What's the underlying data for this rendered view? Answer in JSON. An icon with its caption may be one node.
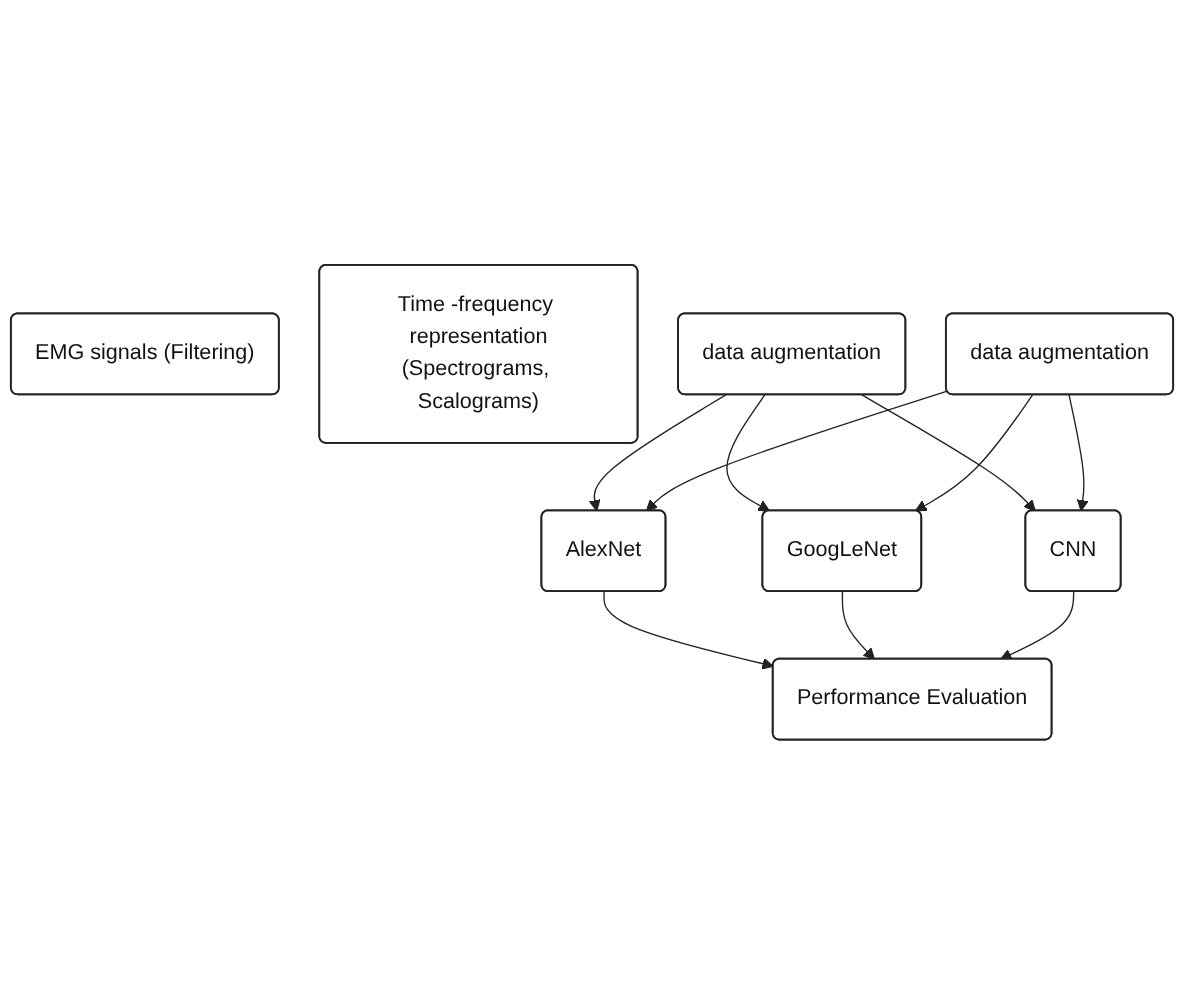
{
  "diagram": {
    "nodes": [
      {
        "text": [
          "EMG signals (Filtering)"
        ]
      },
      {
        "text": [
          "Time -frequency representation",
          "(Spectrograms, Scalograms)"
        ]
      },
      {
        "text": [
          "data augmentation"
        ]
      },
      {
        "text": [
          "data augmentation"
        ]
      },
      {
        "text": [
          "AlexNet"
        ]
      },
      {
        "text": [
          "GoogLeNet"
        ]
      },
      {
        "text": [
          "CNN"
        ]
      },
      {
        "text": [
          "Performance Evaluation"
        ]
      }
    ],
    "edges": [
      {
        "from": 2,
        "to": 4,
        "arrow": "to"
      },
      {
        "from": 2,
        "to": 5,
        "arrow": "to"
      },
      {
        "from": 2,
        "to": 6,
        "arrow": "to"
      },
      {
        "from": 3,
        "to": 4,
        "arrow": "to"
      },
      {
        "from": 3,
        "to": 5,
        "arrow": "to"
      },
      {
        "from": 3,
        "to": 6,
        "arrow": "to"
      },
      {
        "from": 4,
        "to": 7,
        "arrow": "to"
      },
      {
        "from": 5,
        "to": 7,
        "arrow": "to"
      },
      {
        "from": 6,
        "to": 7,
        "arrow": "to"
      }
    ]
  }
}
